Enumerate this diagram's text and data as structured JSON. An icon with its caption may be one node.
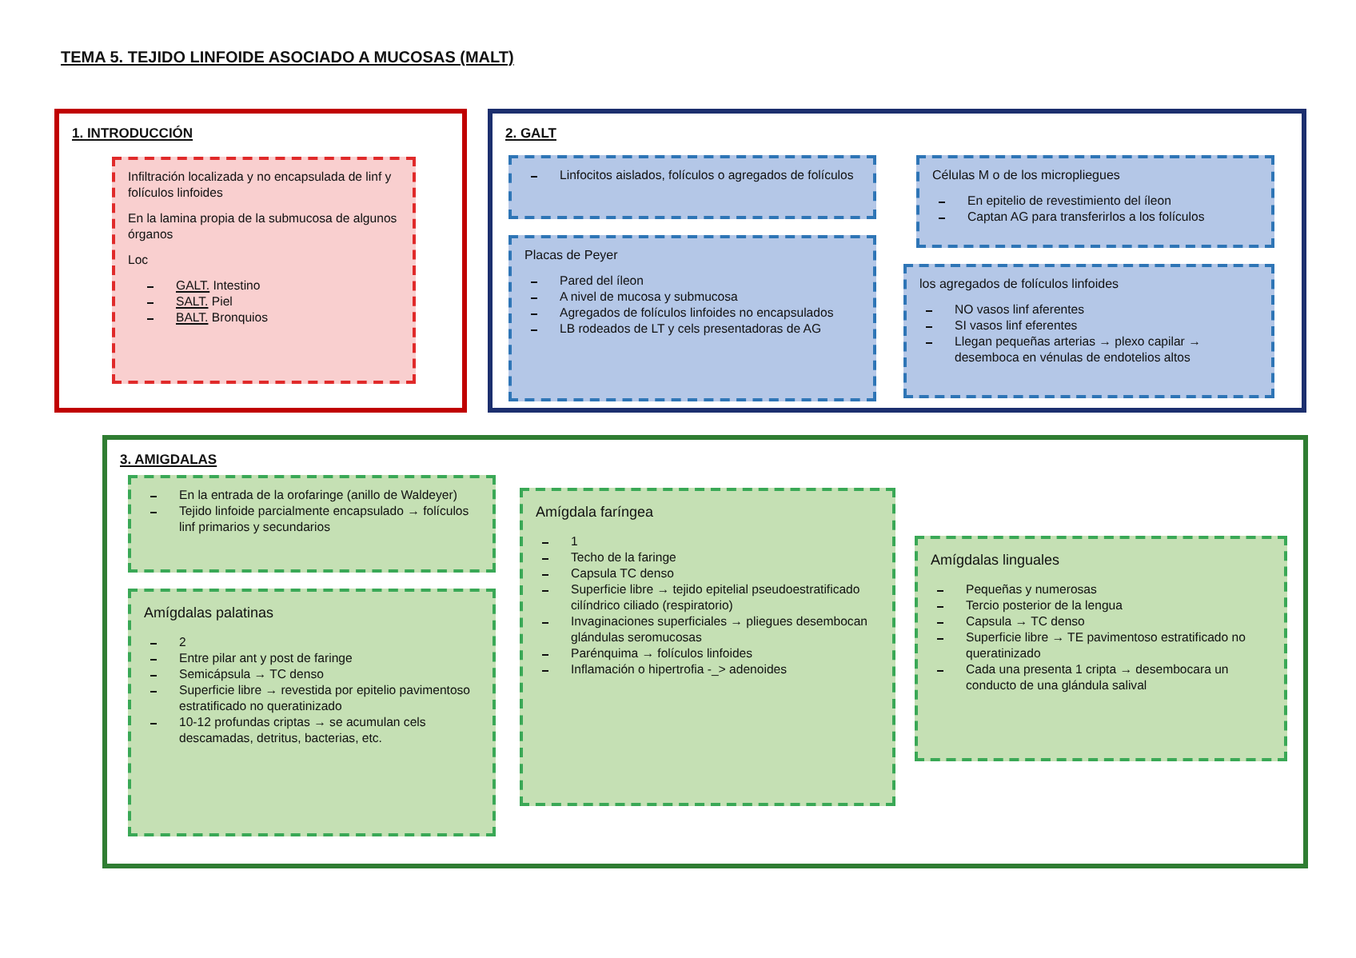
{
  "diagram": {
    "title": "TEMA 5. TEJIDO LINFOIDE ASOCIADO A MUCOSAS (MALT)",
    "nodes": [
      {
        "text": [
          "1. INTRODUCCIÓN"
        ]
      },
      {
        "text": [
          "Infiltración localizada y no encapsulada de linf y folículos linfoides",
          "En la lamina propia de la submucosa de algunos órganos",
          "Loc",
          "GALT. Intestino",
          "SALT. Piel",
          "BALT. Bronquios"
        ],
        "in": 0
      },
      {
        "text": [
          "2. GALT"
        ]
      },
      {
        "text": [
          "Linfocitos aislados, folículos o agregados de folículos"
        ],
        "in": 2
      },
      {
        "text": [
          "Células M o de los micropliegues",
          "En epitelio de revestimiento del íleon",
          "Captan AG para transferirlos a los folículos"
        ],
        "in": 2
      },
      {
        "text": [
          "Placas de Peyer",
          "Pared del íleon",
          "A nivel de mucosa y submucosa",
          "Agregados de folículos linfoides no encapsulados",
          "LB rodeados de LT y cels presentadoras de AG"
        ],
        "in": 2
      },
      {
        "text": [
          "los agregados de folículos linfoides",
          "NO vasos linf aferentes",
          "SI vasos linf eferentes",
          "Llegan pequeñas arterias → plexo capilar → desemboca en vénulas de endotelios altos"
        ],
        "in": 2
      },
      {
        "text": [
          "3. AMIGDALAS"
        ]
      },
      {
        "text": [
          "En la entrada de la orofaringe (anillo de Waldeyer)",
          "Tejido linfoide parcialmente encapsulado → folículos linf primarios y secundarios"
        ],
        "in": 7
      },
      {
        "text": [
          "Amígdalas palatinas",
          "2",
          "Entre pilar ant y post de faringe",
          "Semicápsula → TC denso",
          "Superficie libre → revestida por epitelio pavimentoso estratificado no queratinizado",
          "10-12 profundas criptas → se acumulan cels descamadas, detritus, bacterias, etc."
        ],
        "in": 7
      },
      {
        "text": [
          "Amígdala faríngea",
          "1",
          "Techo de la faringe",
          "Capsula TC denso",
          "Superficie libre → tejido epitelial pseudoestratificado cilíndrico ciliado (respiratorio)",
          "Invaginaciones superficiales → pliegues desembocan glándulas seromucosas",
          "Parénquima → folículos linfoides",
          "Inflamación o hipertrofia -_> adenoides"
        ],
        "in": 7
      },
      {
        "text": [
          "Amígdalas linguales",
          "Pequeñas y numerosas",
          "Tercio posterior de la lengua",
          "Capsula → TC denso",
          "Superficie libre → TE pavimentoso estratificado no queratinizado",
          "Cada una presenta 1 cripta → desembocara un conducto de una glándula salival"
        ],
        "in": 7
      }
    ]
  }
}
